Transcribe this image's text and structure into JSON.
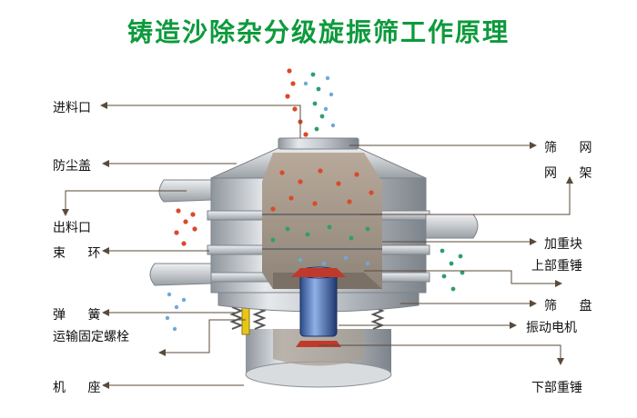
{
  "title": "铸造沙除杂分级旋振筛工作原理",
  "left_labels": {
    "inlet": "进料口",
    "dust_cover": "防尘盖",
    "outlet": "出料口",
    "clamp_ring": "束 环",
    "spring": "弹 簧",
    "transport_bolt": "运输固定螺栓",
    "base": "机 座"
  },
  "right_labels": {
    "screen_mesh": "筛 网",
    "mesh_frame": "网 架",
    "weight_block": "加重块",
    "upper_weight": "上部重锤",
    "screen_tray": "筛 盘",
    "vibration_motor": "振动电机",
    "lower_weight": "下部重锤"
  },
  "colors": {
    "title": "#0d9a3c",
    "particle_red": "#d94a2a",
    "particle_green": "#2f9e6e",
    "particle_blue": "#6fa8d8",
    "arrow": "#5a4a3a",
    "steel": "#c9cdd2"
  }
}
